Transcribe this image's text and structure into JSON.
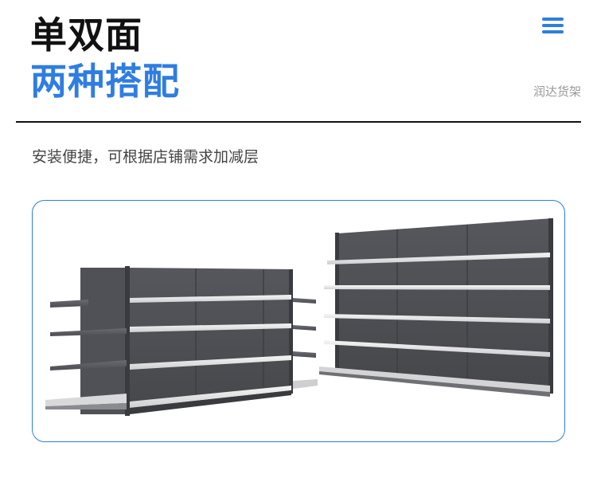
{
  "header": {
    "title_line1": "单双面",
    "title_line2": "两种搭配",
    "brand": "润达货架",
    "menu_icon": "hamburger-menu-icon"
  },
  "content": {
    "subtitle": "安装便捷，可根据店铺需求加减层"
  },
  "colors": {
    "accent": "#2f7de1",
    "title_dark": "#111111",
    "shelf_gray": "#4a4b50"
  }
}
